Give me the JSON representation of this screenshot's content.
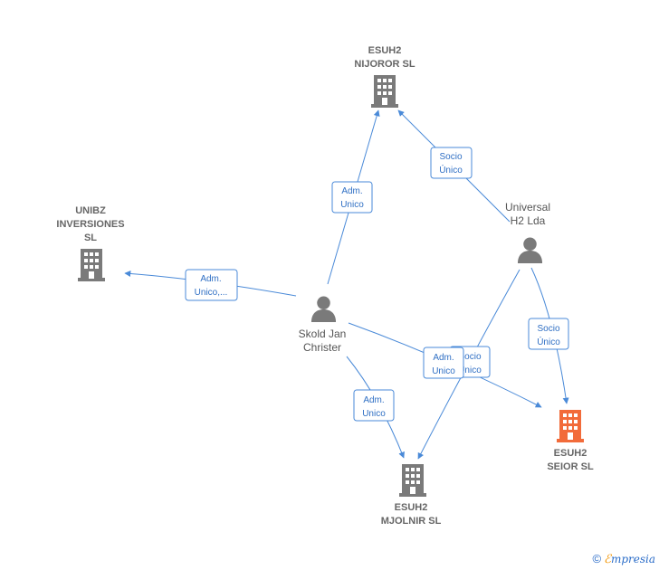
{
  "colors": {
    "edge": "#4a8ad8",
    "company": "#7a7a7a",
    "highlight": "#f26b3a",
    "person": "#7a7a7a"
  },
  "nodes": {
    "nijoror": {
      "line1": "ESUH2",
      "line2": "NIJOROR  SL",
      "icon": "building-icon"
    },
    "unibz": {
      "line1": "UNIBZ",
      "line2": "INVERSIONES",
      "line3": "SL",
      "icon": "building-icon"
    },
    "universal": {
      "line1": "Universal",
      "line2": "H2 Lda",
      "icon": "person-icon"
    },
    "skold": {
      "line1": "Skold Jan",
      "line2": "Christer",
      "icon": "person-icon"
    },
    "seior": {
      "line1": "ESUH2",
      "line2": "SEIOR  SL",
      "icon": "building-icon"
    },
    "mjolnir": {
      "line1": "ESUH2",
      "line2": "MJOLNIR  SL",
      "icon": "building-icon"
    }
  },
  "edges": {
    "skold_nijoror": {
      "line1": "Adm.",
      "line2": "Unico"
    },
    "universal_nijoror": {
      "line1": "Socio",
      "line2": "Único"
    },
    "skold_unibz": {
      "line1": "Adm.",
      "line2": "Unico,..."
    },
    "universal_seior": {
      "line1": "Socio",
      "line2": "Único"
    },
    "universal_mjolnir": {
      "line1": "Socio",
      "line2": "Único"
    },
    "skold_seior": {
      "line1": "Adm.",
      "line2": "Unico"
    },
    "skold_mjolnir": {
      "line1": "Adm.",
      "line2": "Unico"
    }
  },
  "footer": {
    "copyright": "©",
    "brand_initial": "ℰ",
    "brand_rest": "mpresia"
  }
}
